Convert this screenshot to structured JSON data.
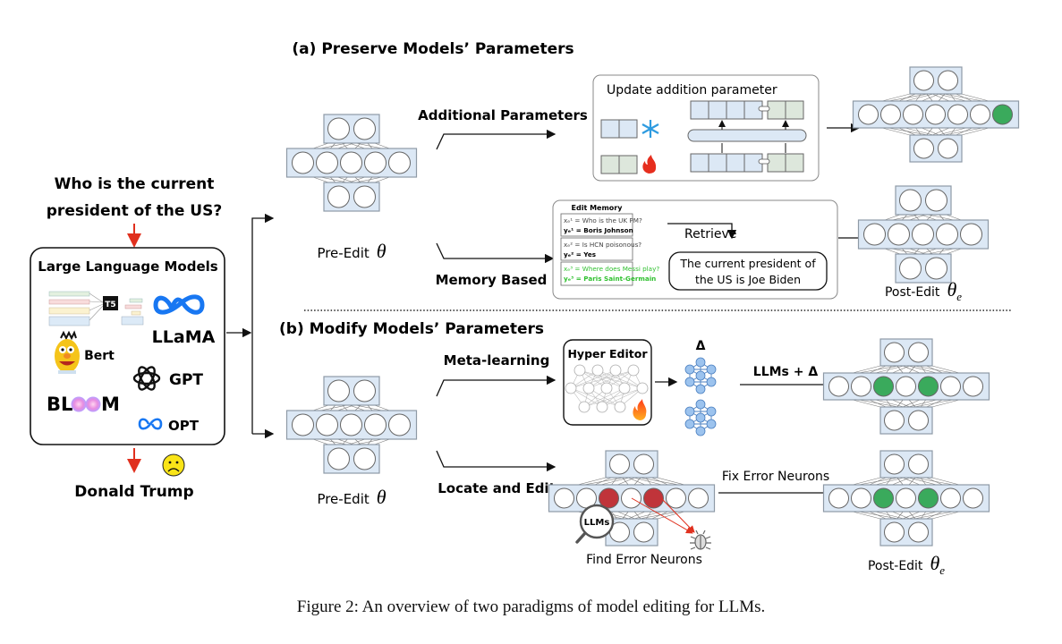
{
  "question": [
    "Who is the current",
    "president of the US?"
  ],
  "llm_box": {
    "title": "Large Language Models",
    "models": [
      {
        "name": "T5",
        "icon": "t5-diagram-icon"
      },
      {
        "name": "LLaMA",
        "icon": "meta-infinity-icon"
      },
      {
        "name": "Bert",
        "icon": "bert-muppet-icon"
      },
      {
        "name": "GPT",
        "icon": "openai-knot-icon"
      },
      {
        "name": "BLOOM",
        "icon": "bloom-flower-icon"
      },
      {
        "name": "OPT",
        "icon": "meta-infinity-icon"
      }
    ]
  },
  "answer": {
    "text": "Donald Trump",
    "emoji": "sad-face-icon"
  },
  "section_a": {
    "title": "(a) Preserve Models’ Parameters",
    "pre_edit_label": "Pre-Edit",
    "pre_edit_symbol": "θ",
    "branch1_label": "Additional Parameters",
    "branch1_box_title": "Update addition parameter",
    "frozen_icon": "snowflake-icon",
    "trainable_icon": "fire-icon",
    "branch2_label": "Memory Based",
    "memory": {
      "title": "Edit Memory",
      "entries": [
        {
          "x": "xₑ¹ = Who is the UK PM?",
          "y": "yₑ¹ = Boris Johnson",
          "highlight": false
        },
        {
          "x": "xₑ² = Is HCN poisonous?",
          "y": "yₑ² = Yes",
          "highlight": false
        },
        {
          "x": "xₑ³ = Where does Messi play?",
          "y": "yₑ³ = Paris Saint-Germain",
          "highlight": true
        }
      ],
      "retrieve_label": "Retrieve",
      "result": [
        "The current president of",
        "the US is Joe Biden"
      ]
    },
    "post_edit_label": "Post-Edit",
    "post_edit_symbol": "θ",
    "post_edit_sub": "e"
  },
  "section_b": {
    "title": "(b) Modify Models’ Parameters",
    "pre_edit_label": "Pre-Edit",
    "pre_edit_symbol": "θ",
    "branch1_label": "Meta-learning",
    "hyper_editor_title": "Hyper Editor",
    "delta_label": "Δ",
    "llms_plus_delta": "LLMs + Δ",
    "branch2_label": "Locate and Edit",
    "magnifier_label": "LLMs",
    "find_label": "Find Error Neurons",
    "fix_label": "Fix Error Neurons",
    "post_edit_label": "Post-Edit",
    "post_edit_symbol": "θ",
    "post_edit_sub": "e"
  },
  "colors": {
    "layer_fill": "#dce8f5",
    "layer_stroke": "#8e9aa6",
    "param_green": "#dde7dc",
    "edited_neuron": "#3aaa5c",
    "error_neuron": "#c0343a",
    "arrow_red": "#e0301e",
    "memory_green": "#2fc02f",
    "snowflake": "#2e9be0"
  },
  "caption": "Figure 2: An overview of two paradigms of model editing for LLMs."
}
